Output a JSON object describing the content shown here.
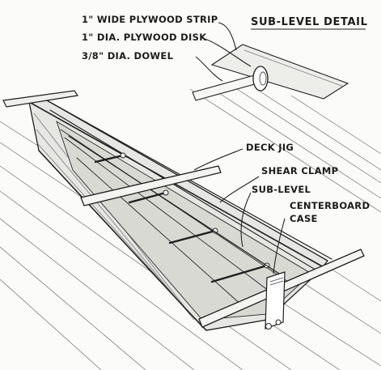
{
  "diagram": {
    "title": "SUB-LEVEL DETAIL",
    "labels": {
      "strip": "1\" WIDE PLYWOOD STRIP",
      "disk": "1\" DIA. PLYWOOD DISK",
      "dowel": "3/8\" DIA. DOWEL",
      "deck_jig": "DECK JIG",
      "shear_clamp": "SHEAR CLAMP",
      "sub_level": "SUB-LEVEL",
      "centerboard_1": "CENTERBOARD",
      "centerboard_2": "CASE"
    }
  }
}
